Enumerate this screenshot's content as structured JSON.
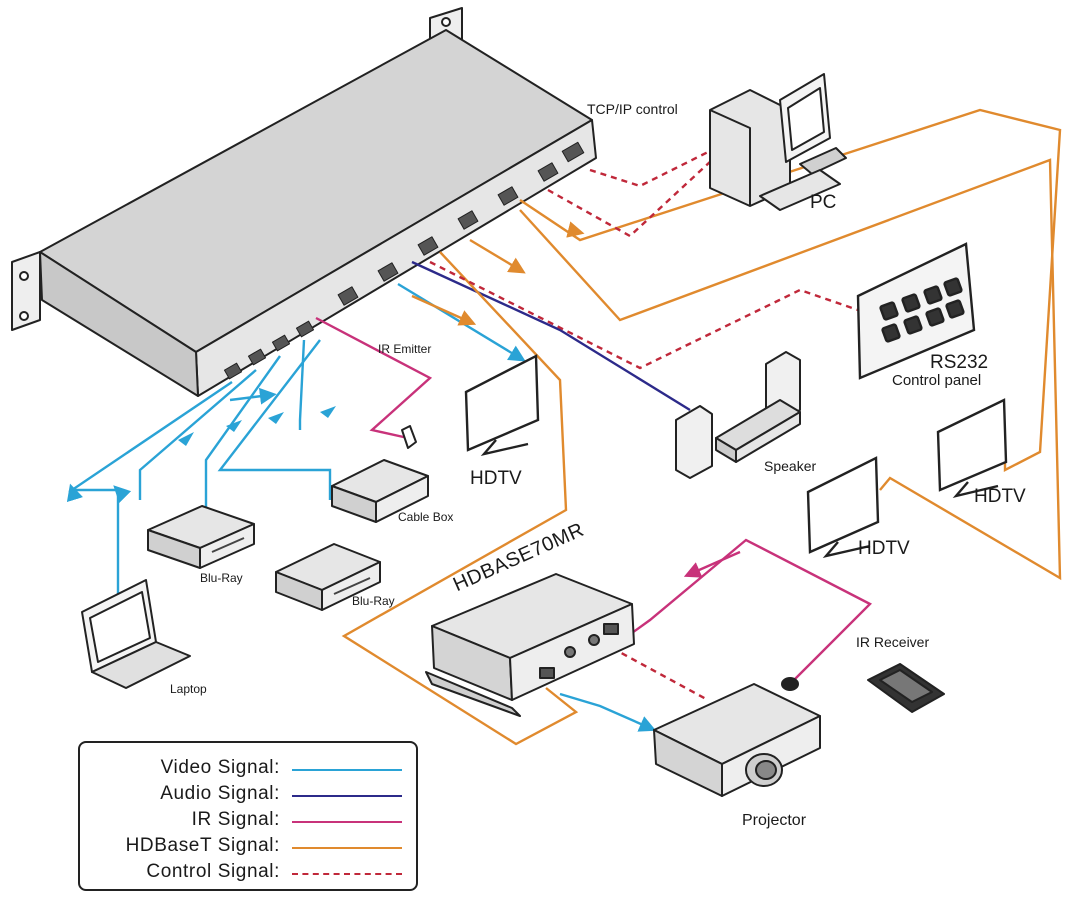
{
  "labels": {
    "tcpip": "TCP/IP control",
    "pc": "PC",
    "rs232": "RS232",
    "control_panel": "Control panel",
    "ir_emitter": "IR Emitter",
    "hdtv_1": "HDTV",
    "hdtv_2": "HDTV",
    "hdtv_3": "HDTV",
    "speaker": "Speaker",
    "cable_box": "Cable Box",
    "bluray_1": "Blu-Ray",
    "bluray_2": "Blu-Ray",
    "laptop": "Laptop",
    "hdbase": "HDBASE70MR",
    "ir_receiver": "IR Receiver",
    "projector": "Projector"
  },
  "legend": [
    {
      "label": "Video Signal:",
      "color": "#2aa3d6",
      "style": "solid"
    },
    {
      "label": "Audio Signal:",
      "color": "#2c2a8a",
      "style": "solid"
    },
    {
      "label": "IR  Signal:",
      "color": "#c8327a",
      "style": "solid"
    },
    {
      "label": "HDBaseT  Signal:",
      "color": "#e08a2e",
      "style": "solid"
    },
    {
      "label": "Control  Signal:",
      "color": "#c0283a",
      "style": "dashed"
    }
  ],
  "colors": {
    "video": "#2aa3d6",
    "audio": "#2c2a8a",
    "ir": "#c8327a",
    "hdbaset": "#e08a2e",
    "control": "#c0283a",
    "device_outline": "#222222",
    "device_fill": "#e6e6e6"
  }
}
